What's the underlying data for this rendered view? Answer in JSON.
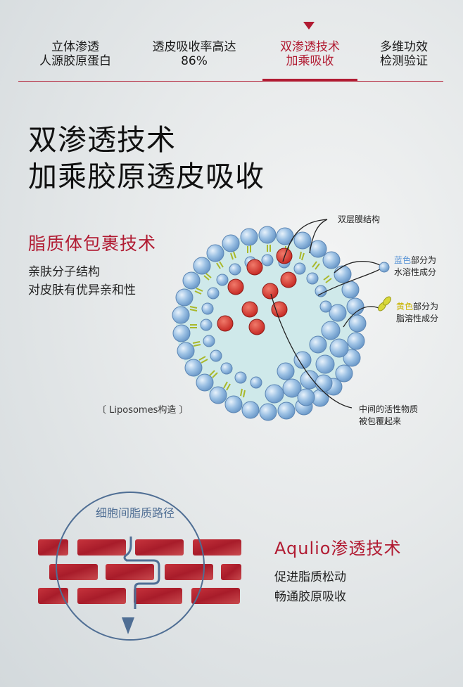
{
  "tabs": [
    {
      "line1": "立体渗透",
      "line2": "人源胶原蛋白",
      "active": false
    },
    {
      "line1": "透皮吸收率高达",
      "line2": "86%",
      "active": false
    },
    {
      "line1": "双渗透技术",
      "line2": "加乘吸收",
      "active": true
    },
    {
      "line1": "多维功效",
      "line2": "检测验证",
      "active": false
    }
  ],
  "hero": {
    "line1": "双渗透技术",
    "line2": "加乘胶原透皮吸收"
  },
  "liposome_section": {
    "title": "脂质体包裹技术",
    "desc_line1": "亲肤分子结构",
    "desc_line2": "对皮肤有优异亲和性",
    "caption": "〔 Liposomes构造 〕",
    "labels": {
      "bilayer": "双层膜结构",
      "blue_word": "蓝色",
      "blue_rest": "部分为",
      "blue_line2": "水溶性成分",
      "yellow_word": "黄色",
      "yellow_rest": "部分为",
      "yellow_line2": "脂溶性成分",
      "core_line1": "中间的活性物质",
      "core_line2": "被包覆起来"
    }
  },
  "aqulio_section": {
    "diagram_label": "细胞间脂质路径",
    "title": "Aqulio渗透技术",
    "desc_line1": "促进脂质松动",
    "desc_line2": "畅通胶原吸收"
  },
  "colors": {
    "accent_red": "#b11b32",
    "brick_red": "#b8222f",
    "path_blue": "#4f6e94",
    "liposome_blue": "#9cc1e4",
    "lipid_yellow": "#c8d24a",
    "core_red": "#d8352f"
  }
}
